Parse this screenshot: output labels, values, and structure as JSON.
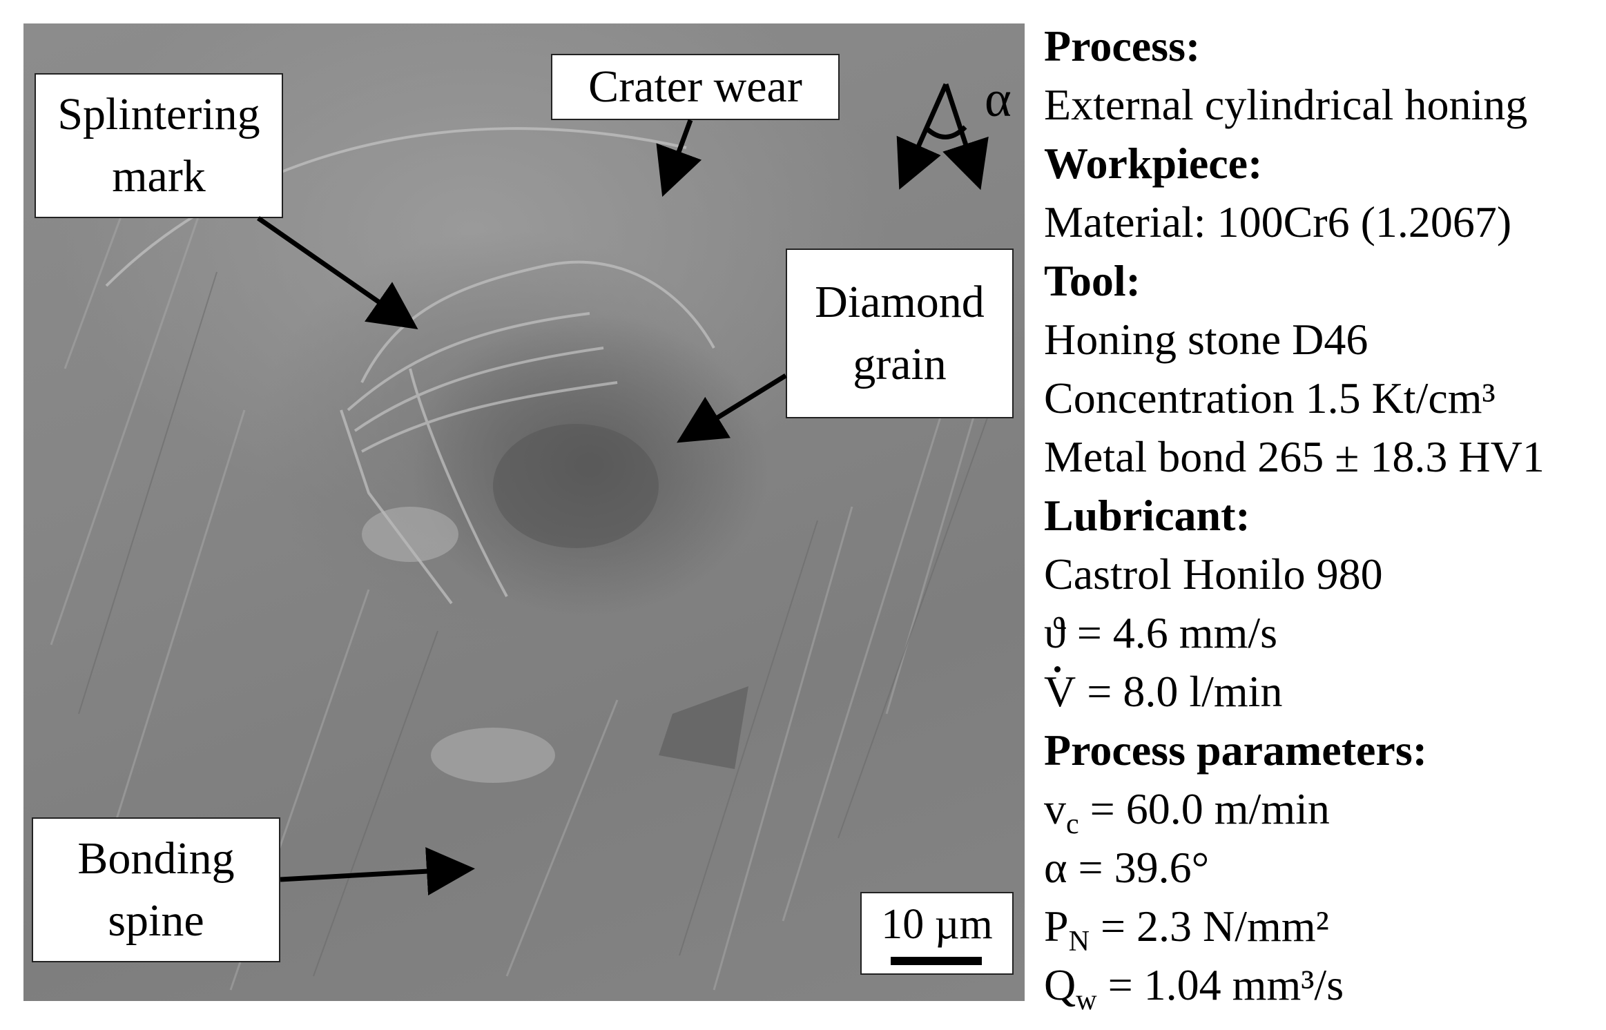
{
  "image": {
    "alt_description": "",
    "labels": {
      "splintering_mark": "Splintering mark",
      "crater_wear": "Crater wear",
      "diamond_grain": "Diamond grain",
      "bonding_spine": "Bonding spine",
      "alpha": "α",
      "scale_bar": "10 µm"
    }
  },
  "info": {
    "process_header": "Process:",
    "process_value": "External cylindrical honing",
    "workpiece_header": "Workpiece:",
    "material": "Material: 100Cr6 (1.2067)",
    "tool_header": "Tool:",
    "tool_stone": "Honing stone D46",
    "tool_concentration": "Concentration 1.5 Kt/cm³",
    "tool_bond": "Metal bond 265 ± 18.3 HV1",
    "lubricant_header": "Lubricant:",
    "lubricant_name": "Castrol Honilo 980",
    "lubricant_temp": "ϑ = 4.6 mm/s",
    "lubricant_flow_symbol": "V",
    "lubricant_flow": " = 8.0 l/min",
    "params_header": "Process parameters:",
    "vc_symbol": "v",
    "vc_sub": "c",
    "vc_value": " = 60.0 m/min",
    "alpha_line": "α  = 39.6°",
    "pn_symbol": "P",
    "pn_sub": "N",
    "pn_value": " = 2.3 N/mm²",
    "qw_symbol": "Q",
    "qw_sub": "w",
    "qw_value": " = 1.04 mm³/s"
  }
}
